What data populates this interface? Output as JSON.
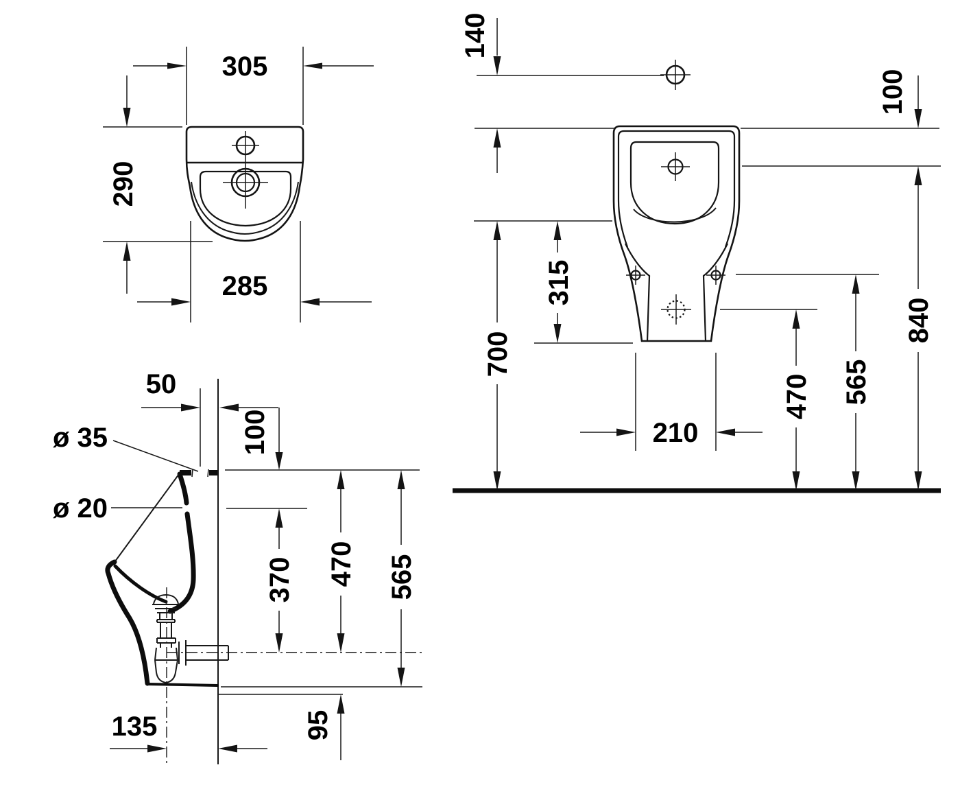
{
  "drawing": {
    "kind": "technical-dimension-drawing",
    "subject": "wall-mounted urinal",
    "units": "mm",
    "line_color": "#141414",
    "background": "#ffffff"
  },
  "views": {
    "plan": {
      "dims": {
        "width_top": "305",
        "depth": "290",
        "width_bottom": "285"
      }
    },
    "side": {
      "dims": {
        "wall_offset": "50",
        "rim_to_inlet_drop": "100",
        "spout_diameter": "ø 35",
        "spreader_diameter": "ø 20",
        "inlet_to_outlet": "370",
        "rim_to_outlet": "470",
        "rim_to_bottom": "565",
        "outlet_to_bottom": "95",
        "trap_to_wall": "135"
      }
    },
    "front": {
      "dims": {
        "hole_above_rim": "140",
        "rim_edge_height": "100",
        "floor_to_body_waist": "700",
        "waist_to_foot": "315",
        "floor_to_inner_rim": "840",
        "floor_to_mount_holes": "565",
        "floor_to_outlet": "470",
        "mount_hole_spacing": "210"
      }
    }
  }
}
